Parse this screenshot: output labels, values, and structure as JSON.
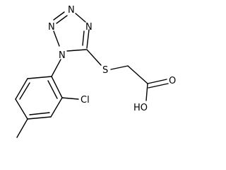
{
  "molecule": {
    "atoms": {
      "n1": "N",
      "n2": "N",
      "n3": "N",
      "n4": "N",
      "s": "S",
      "cl": "Cl",
      "o_carbonyl": "O",
      "oh": "HO"
    }
  },
  "colors": {
    "bond": "#000000",
    "text": "#000000",
    "background": "#ffffff"
  }
}
